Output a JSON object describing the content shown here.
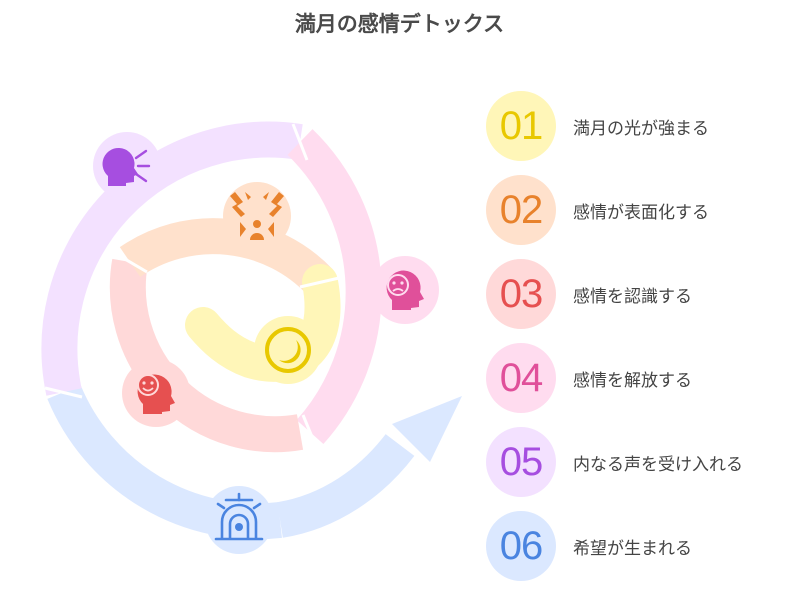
{
  "title": "満月の感情デトックス",
  "steps": [
    {
      "number": "01",
      "label": "満月の光が強まる",
      "icon": "moon-icon",
      "bg": "#fff6b8",
      "fg": "#e8c800"
    },
    {
      "number": "02",
      "label": "感情が表面化する",
      "icon": "angry-face-icon",
      "bg": "#ffe1cc",
      "fg": "#e8822c"
    },
    {
      "number": "03",
      "label": "感情を認識する",
      "icon": "sad-head-icon",
      "bg": "#ffd9d9",
      "fg": "#e65050"
    },
    {
      "number": "04",
      "label": "感情を解放する",
      "icon": "happy-head-icon",
      "bg": "#ffdcef",
      "fg": "#e0509a"
    },
    {
      "number": "05",
      "label": "内なる声を受け入れる",
      "icon": "speaking-head-icon",
      "bg": "#f3e1ff",
      "fg": "#a64ee0"
    },
    {
      "number": "06",
      "label": "希望が生まれる",
      "icon": "arch-icon",
      "bg": "#dbe8ff",
      "fg": "#4a84e0"
    }
  ]
}
